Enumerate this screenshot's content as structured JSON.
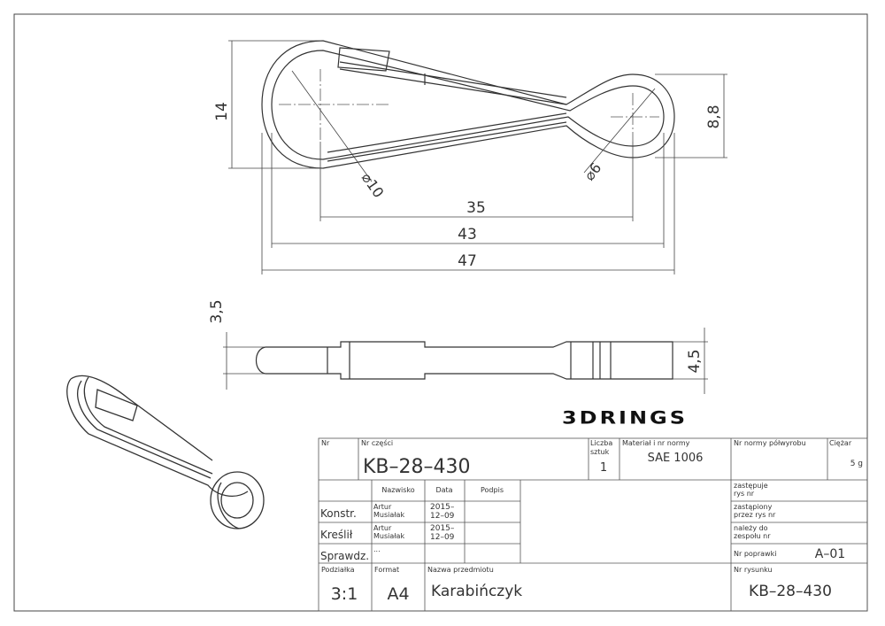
{
  "drawing": {
    "dimensions": {
      "height_left": "14",
      "height_right": "8,8",
      "dia_small": "⌀6",
      "dia_large": "⌀10",
      "len_35": "35",
      "len_43": "43",
      "len_47": "47",
      "thickness": "3,5",
      "width_end": "4,5"
    }
  },
  "title_block": {
    "nr_label": "Nr",
    "nr_czesci_label": "Nr części",
    "nr_czesci_value": "KB–28–430",
    "liczba_label": "Liczba",
    "sztuk_label": "sztuk",
    "liczba_value": "1",
    "material_label": "Materiał i nr normy",
    "material_value": "SAE 1006",
    "norma_label": "Nr normy półwyrobu",
    "ciezar_label": "Ciężar",
    "ciezar_value": "5 g",
    "nazwisko_label": "Nazwisko",
    "data_label": "Data",
    "podpis_label": "Podpis",
    "konstr_label": "Konstr.",
    "konstr_name1": "Artur",
    "konstr_name2": "Musiałak",
    "konstr_date1": "2015–",
    "konstr_date2": "12–09",
    "kreslil_label": "Kreślił",
    "kreslil_name1": "Artur",
    "kreslil_name2": "Musiałak",
    "kreslil_date1": "2015–",
    "kreslil_date2": "12–09",
    "sprawdz_label": "Sprawdz.",
    "sprawdz_name": "...",
    "logo": "3DRINGS",
    "zastepuje_1": "zastępuje",
    "zastepuje_2": "rys nr",
    "zastapiony_1": "zastąpiony",
    "zastapiony_2": "przez rys nr",
    "nalezy_1": "należy do",
    "nalezy_2": "zespołu nr",
    "nr_poprawki_label": "Nr poprawki",
    "nr_poprawki_value": "A–01",
    "podzialka_label": "Podziałka",
    "podzialka_value": "3:1",
    "format_label": "Format",
    "format_value": "A4",
    "nazwa_label": "Nazwa przedmiotu",
    "nazwa_value": "Karabińczyk",
    "nr_rysunku_label": "Nr rysunku",
    "nr_rysunku_value": "KB–28–430"
  }
}
